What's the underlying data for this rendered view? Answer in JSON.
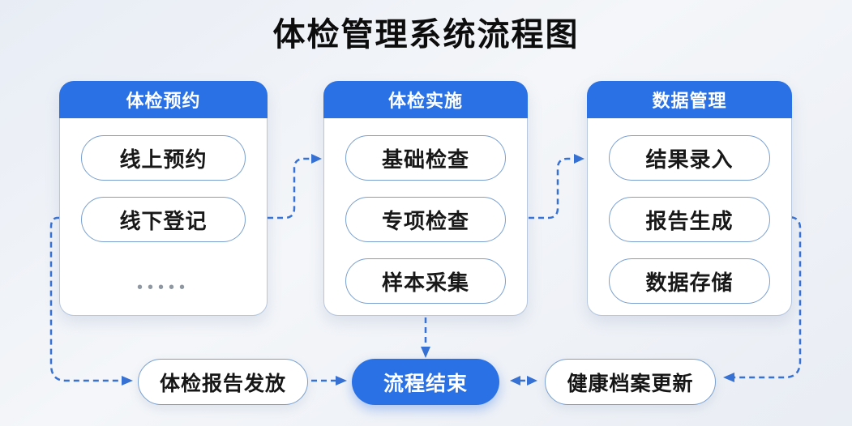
{
  "title": "体检管理系统流程图",
  "columns": [
    {
      "header": "体检预约",
      "items": [
        "线上预约",
        "线下登记"
      ],
      "more_indicator": "•••••"
    },
    {
      "header": "体检实施",
      "items": [
        "基础检查",
        "专项检查",
        "样本采集"
      ]
    },
    {
      "header": "数据管理",
      "items": [
        "结果录入",
        "报告生成",
        "数据存储"
      ]
    }
  ],
  "bottom_nodes": {
    "report_release": "体检报告发放",
    "process_end": "流程结束",
    "archive_update": "健康档案更新"
  },
  "connections": [
    {
      "from": "线下登记",
      "to": "基础检查",
      "style": "dashed-arrow"
    },
    {
      "from": "专项检查",
      "to": "结果录入",
      "style": "dashed-arrow"
    },
    {
      "from": "体检预约",
      "to": "体检报告发放",
      "style": "dashed-arrow"
    },
    {
      "from": "样本采集",
      "to": "流程结束",
      "style": "dashed-arrow"
    },
    {
      "from": "体检报告发放",
      "to": "流程结束",
      "style": "dashed-arrow"
    },
    {
      "from": "流程结束",
      "to": "健康档案更新",
      "style": "dashed-arrow",
      "bidirectional": true
    },
    {
      "from": "报告生成",
      "to": "健康档案更新",
      "style": "dashed-arrow"
    }
  ],
  "colors": {
    "accent_blue": "#2b71e6",
    "arrow_blue": "#3671d3",
    "pill_border": "#7aa0d0",
    "title_text": "#0d0d0d",
    "background": "#edf1f7"
  }
}
